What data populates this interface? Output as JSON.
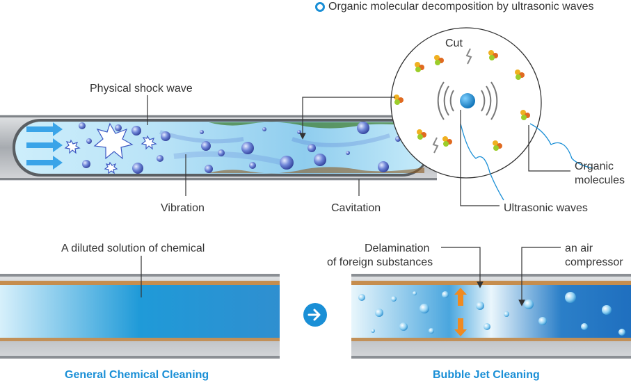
{
  "legend": {
    "text": "Organic molecular decomposition by ultrasonic waves"
  },
  "top_tube": {
    "labels": {
      "shock_wave": "Physical shock wave",
      "vibration": "Vibration",
      "cavitation": "Cavitation"
    }
  },
  "circle": {
    "labels": {
      "cut": "Cut",
      "organic_line1": "Organic",
      "organic_line2": "molecules",
      "ultrasonic": "Ultrasonic waves"
    }
  },
  "bottom_left": {
    "label": "A diluted solution of chemical",
    "caption": "General Chemical Cleaning"
  },
  "bottom_right": {
    "label_delam_line1": "Delamination",
    "label_delam_line2": "of foreign substances",
    "label_air_line1": "an air",
    "label_air_line2": "compressor",
    "caption": "Bubble Jet Cleaning"
  },
  "colors": {
    "accent": "#1a8fd6",
    "pipe": "#9ea3a8",
    "water": "#bfe6f8",
    "deposit": "#c27a2a"
  }
}
